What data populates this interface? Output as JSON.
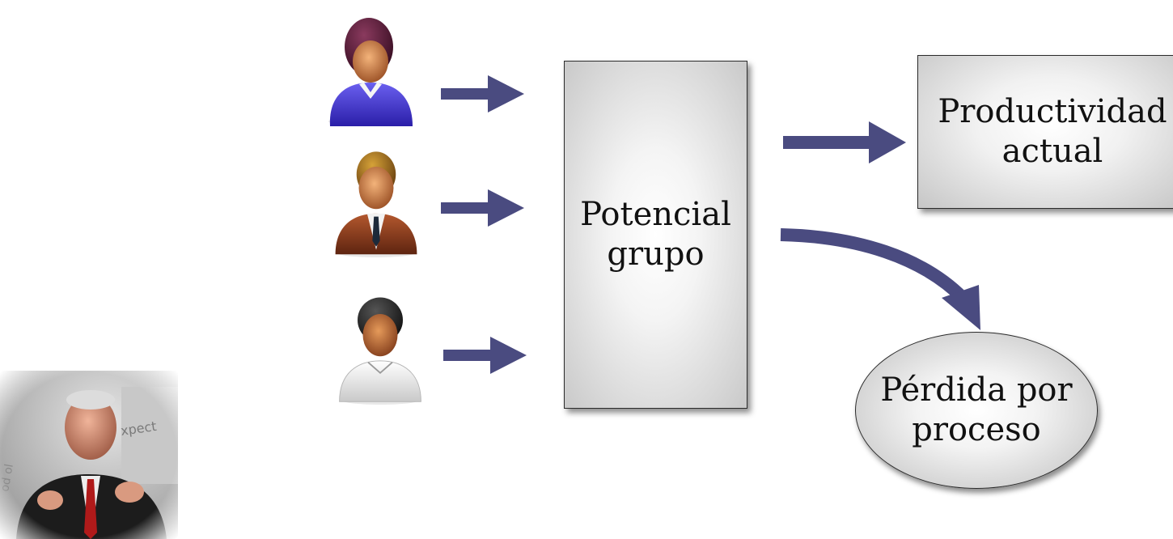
{
  "boxes": {
    "potencial": {
      "line1": "Potencial",
      "line2": "grupo"
    },
    "productividad": {
      "line1": "Productividad",
      "line2": "actual"
    },
    "perdida": {
      "line1": "Pérdida por",
      "line2": "proceso"
    }
  },
  "colors": {
    "arrow": "#4a4b80",
    "person1_shirt": "#4b3fd6",
    "person1_hair": "#5b1f3a",
    "person2_suit": "#8a3a1e",
    "person2_hair": "#9a6a1a",
    "person3_shirt": "#e6e6e6",
    "person3_hair": "#2a2a2a",
    "skin": "#d38a4a",
    "skin_dark": "#a0562a"
  },
  "icons": [
    "person-woman-icon",
    "person-businessman-icon",
    "person-man-icon",
    "speaker-photo"
  ]
}
